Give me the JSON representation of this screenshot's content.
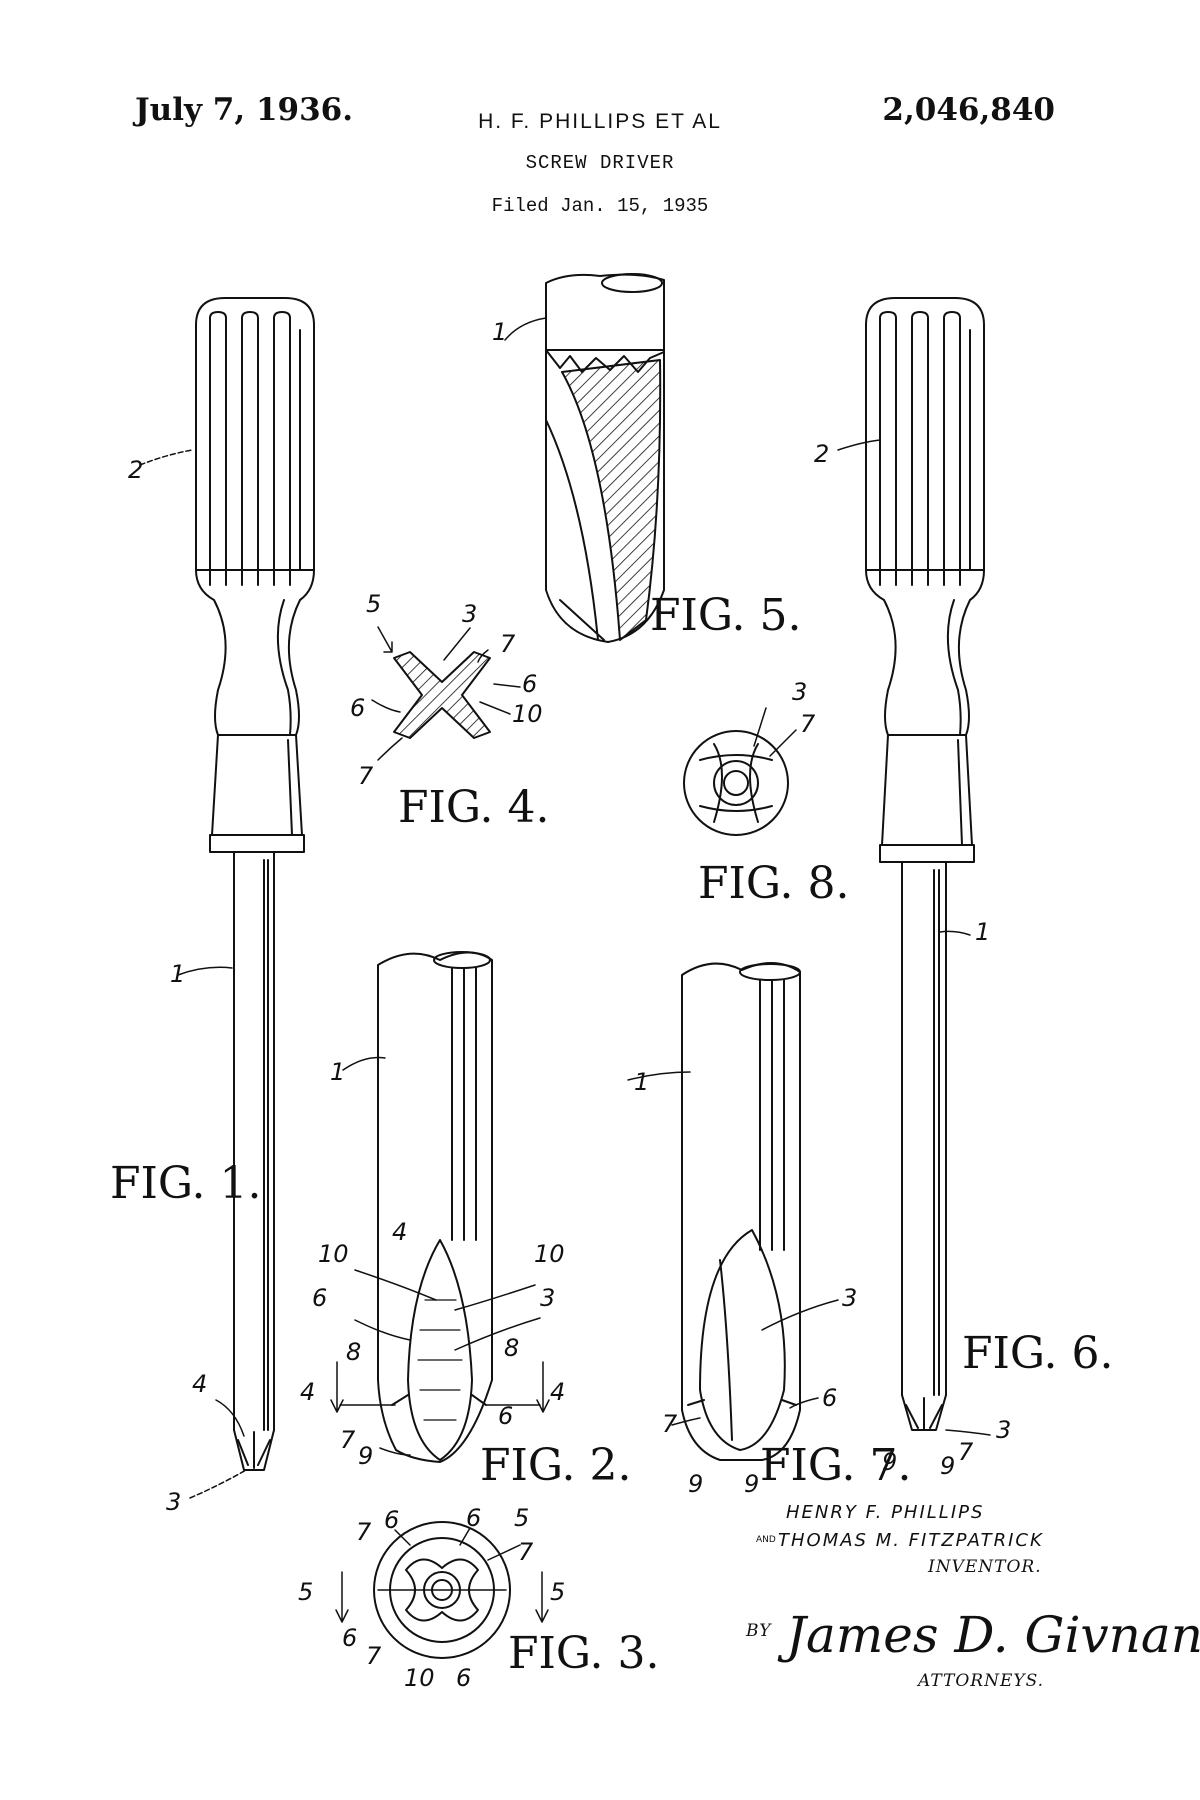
{
  "header": {
    "date": "July 7, 1936.",
    "inventors": "H. F. PHILLIPS ET AL",
    "patent_number": "2,046,840",
    "title": "SCREW DRIVER",
    "filed": "Filed Jan. 15, 1935"
  },
  "figures": {
    "fig1": "FIG. 1.",
    "fig2": "FIG. 2.",
    "fig3": "FIG. 3.",
    "fig4": "FIG. 4.",
    "fig5": "FIG. 5.",
    "fig6": "FIG. 6.",
    "fig7": "FIG. 7.",
    "fig8": "FIG. 8."
  },
  "refs": [
    "1",
    "2",
    "3",
    "4",
    "5",
    "6",
    "7",
    "8",
    "9",
    "10"
  ],
  "inventor_names": {
    "line1": "HENRY F. PHILLIPS",
    "and_mark": "AND",
    "line2": "THOMAS M. FITZPATRICK",
    "role": "INVENTOR."
  },
  "attorney": {
    "by": "BY",
    "signature": "James D. Givnan",
    "role": "ATTORNEYS."
  }
}
